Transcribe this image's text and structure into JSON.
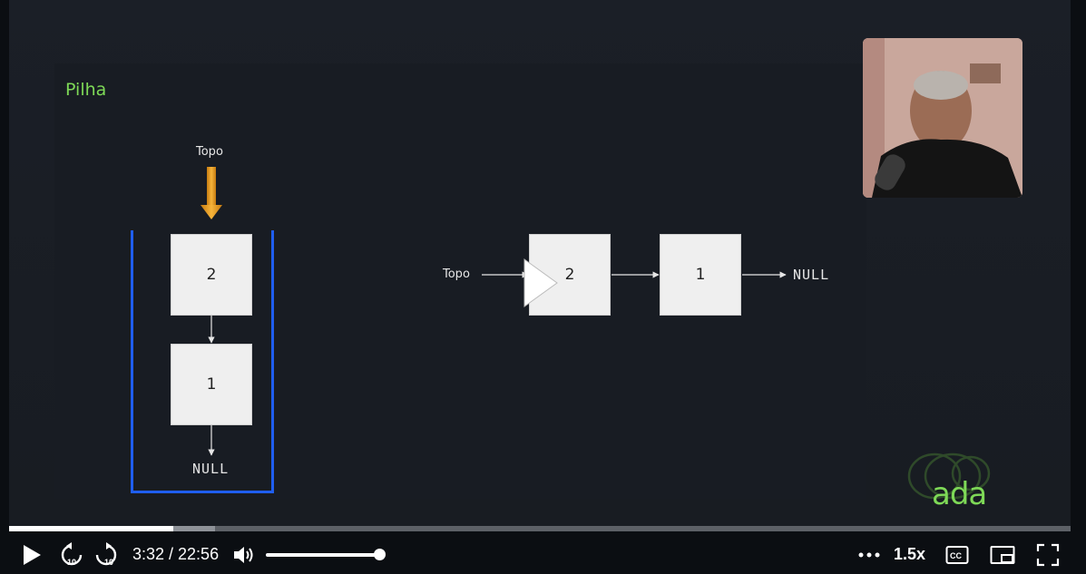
{
  "slide": {
    "title": "Pilha",
    "stack_diagram": {
      "top_label": "Topo",
      "nodes": [
        "2",
        "1"
      ],
      "end_label": "NULL"
    },
    "list_diagram": {
      "top_label": "Topo",
      "nodes": [
        "2",
        "1"
      ],
      "end_label": "NULL"
    },
    "logo": "ada"
  },
  "player": {
    "current_time": "3:32",
    "duration": "22:56",
    "time_display": "3:32 / 22:56",
    "played_fraction": 0.155,
    "buffered_fraction": 0.194,
    "volume_fraction": 1.0,
    "speed": "1.5x",
    "skip_back_seconds": "10",
    "skip_forward_seconds": "10",
    "icons": [
      "play-icon",
      "rewind-10-icon",
      "forward-10-icon",
      "volume-icon",
      "more-options-icon",
      "captions-icon",
      "picture-in-picture-icon",
      "fullscreen-icon",
      "play-overlay-icon"
    ]
  },
  "colors": {
    "accent_green": "#7ed957",
    "stack_border": "#1f5ef0",
    "arrow_orange": "#f0a020"
  }
}
